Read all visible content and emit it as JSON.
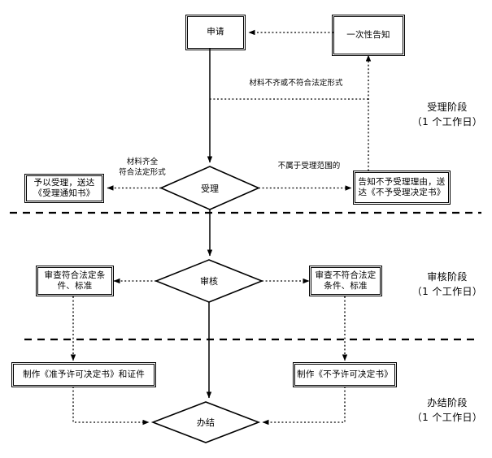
{
  "diagram": {
    "title_nodes": {
      "apply": "申请",
      "one_time_notice": "一次性告知",
      "accept_decision": "受理",
      "review_decision": "审核",
      "finish_decision": "办结",
      "accept_yes_box": "予以受理，送达《受理通知书》",
      "accept_no_box": "告知不予受理理由，送达《不予受理决定书》",
      "review_pass_box": "审查符合法定条件、标准",
      "review_fail_box": "审查不符合法定条件、标准",
      "permit_grant_box": "制作《准予许可决定书》和证件",
      "permit_deny_box": "制作《不予许可决定书》"
    },
    "edge_labels": {
      "incomplete_materials": "材料不齐或不符合法定形式",
      "materials_complete_line1": "材料齐全",
      "materials_complete_line2": "符合法定形式",
      "out_of_scope": "不属于受理范围的"
    },
    "stages": [
      {
        "name": "受理阶段",
        "duration": "（1 个工作日）"
      },
      {
        "name": "审核阶段",
        "duration": "（1 个工作日）"
      },
      {
        "name": "办结阶段",
        "duration": "（1 个工作日）"
      }
    ],
    "colors": {
      "line": "#000000",
      "background": "#ffffff",
      "text": "#000000"
    }
  }
}
